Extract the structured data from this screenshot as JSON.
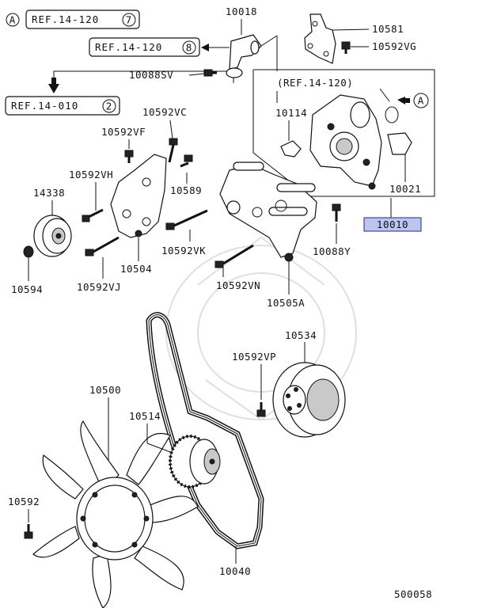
{
  "diagram": {
    "page_code": "500058",
    "callouts": {
      "a_marker": "A",
      "a_marker_right": "A",
      "ref_14_120_7": "REF.14-120",
      "ref_14_120_7_num": "7",
      "ref_14_120_8": "REF.14-120",
      "ref_14_120_8_num": "8",
      "ref_14_010_2": "REF.14-010",
      "ref_14_010_2_num": "2",
      "ref_14_120_paren": "(REF.14-120)"
    },
    "parts": {
      "p10018": "10018",
      "p10581": "10581",
      "p10592VG": "10592VG",
      "p10088SV": "10088SV",
      "p10592VC": "10592VC",
      "p10592VF": "10592VF",
      "p10114": "10114",
      "p10592VH": "10592VH",
      "p10589": "10589",
      "p14338": "14338",
      "p10021": "10021",
      "p10010": "10010",
      "p10592VK": "10592VK",
      "p10088Y": "10088Y",
      "p10504": "10504",
      "p10594": "10594",
      "p10592VJ": "10592VJ",
      "p10592VN": "10592VN",
      "p10505A": "10505A",
      "p10534": "10534",
      "p10592VP": "10592VP",
      "p10500": "10500",
      "p10514": "10514",
      "p10592": "10592",
      "p10040": "10040"
    },
    "colors": {
      "highlight_fill": "#bcc4f0",
      "highlight_stroke": "#2a2a7a"
    }
  }
}
